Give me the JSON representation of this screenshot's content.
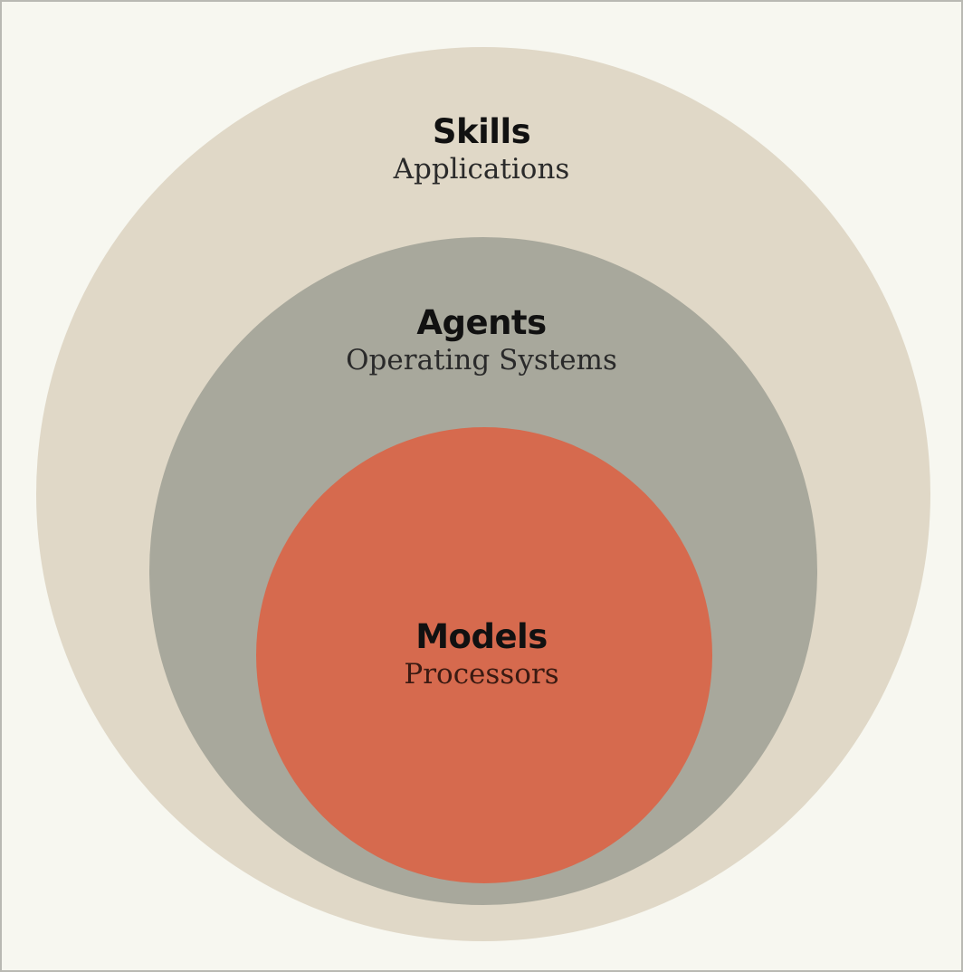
{
  "layers": [
    {
      "title": "Skills",
      "subtitle": "Applications",
      "color": "#e0d8c7"
    },
    {
      "title": "Agents",
      "subtitle": "Operating Systems",
      "color": "#a8a89c"
    },
    {
      "title": "Models",
      "subtitle": "Processors",
      "color": "#d66a4e"
    }
  ]
}
